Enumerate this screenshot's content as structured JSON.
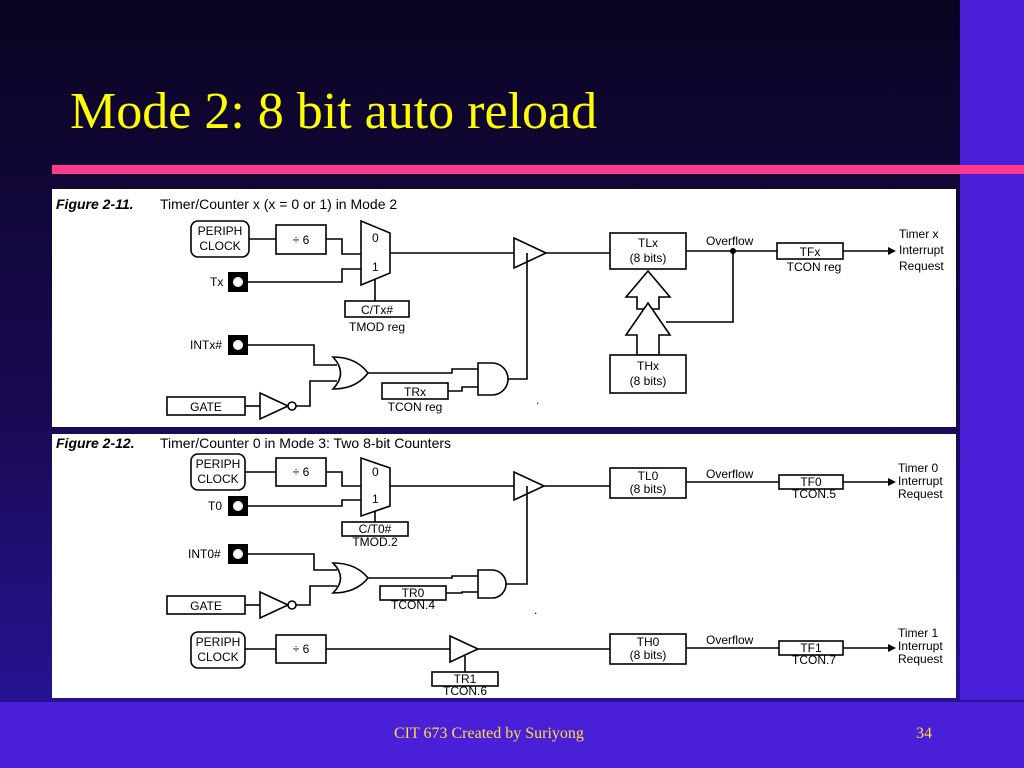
{
  "slide": {
    "title": "Mode 2: 8 bit auto reload",
    "footer": "CIT 673 Created by Suriyong",
    "page_number": "34"
  },
  "figure1": {
    "number": "Figure 2-11.",
    "caption": "Timer/Counter x (x = 0 or 1) in Mode 2",
    "periph_line1": "PERIPH",
    "periph_line2": "CLOCK",
    "divider": "÷ 6",
    "mux0": "0",
    "mux1": "1",
    "tx": "Tx",
    "ctx": "C/Tx#",
    "tmod": "TMOD reg",
    "intx": "INTx#",
    "gate": "GATE",
    "trx": "TRx",
    "tcon_reg1": "TCON reg",
    "tlx": "TLx",
    "tlx_bits": "(8 bits)",
    "thx": "THx",
    "thx_bits": "(8 bits)",
    "overflow": "Overflow",
    "tfx": "TFx",
    "tcon_reg2": "TCON reg",
    "int1": "Timer x",
    "int2": "Interrupt",
    "int3": "Request"
  },
  "figure2": {
    "number": "Figure 2-12.",
    "caption": "Timer/Counter 0 in Mode 3: Two 8-bit Counters",
    "periph_line1": "PERIPH",
    "periph_line2": "CLOCK",
    "divider": "÷ 6",
    "mux0": "0",
    "mux1": "1",
    "t0": "T0",
    "ct0": "C/T0#",
    "tmod2": "TMOD.2",
    "int0": "INT0#",
    "gate": "GATE",
    "tr0": "TR0",
    "tcon4": "TCON.4",
    "tl0": "TL0",
    "tl0_bits": "(8 bits)",
    "overflow1": "Overflow",
    "tf0": "TF0",
    "tcon5": "TCON.5",
    "t0int1": "Timer 0",
    "t0int2": "Interrupt",
    "t0int3": "Request",
    "periph2_line1": "PERIPH",
    "periph2_line2": "CLOCK",
    "divider2": "÷ 6",
    "tr1": "TR1",
    "tcon6": "TCON.6",
    "th0": "TH0",
    "th0_bits": "(8 bits)",
    "overflow2": "Overflow",
    "tf1": "TF1",
    "tcon7": "TCON.7",
    "t1int1": "Timer 1",
    "t1int2": "Interrupt",
    "t1int3": "Request"
  }
}
